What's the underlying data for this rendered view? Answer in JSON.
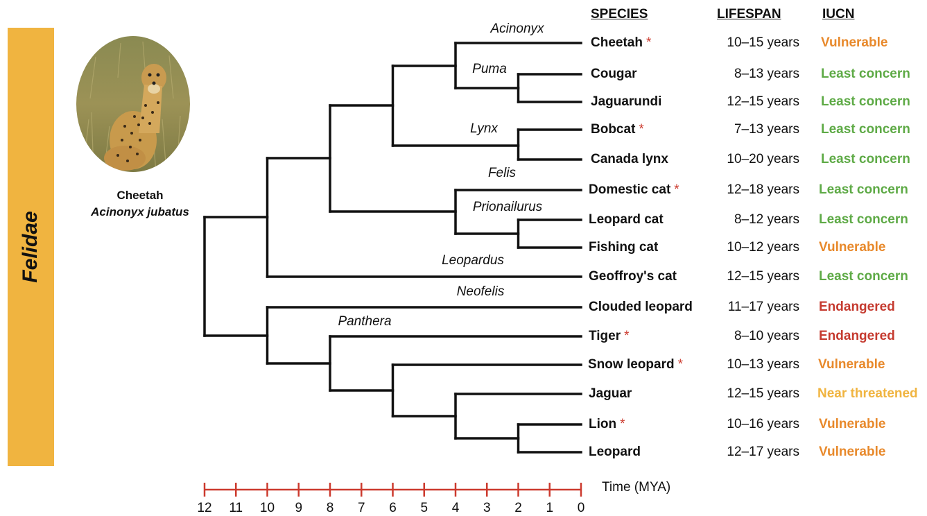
{
  "family": "Felidae",
  "photo": {
    "common_name": "Cheetah",
    "scientific_name": "Acinonyx jubatus"
  },
  "headers": {
    "species": "SPECIES",
    "lifespan": "LIFESPAN",
    "iucn": "IUCN"
  },
  "colors": {
    "band": "#f0b440",
    "axis": "#cc3a2e",
    "star": "#cc3a2e",
    "Vulnerable": "#e8892b",
    "Least concern": "#5eaa46",
    "Endangered": "#c53a2f",
    "Near threatened": "#f0b440"
  },
  "species": [
    {
      "name": "Cheetah",
      "star": "*",
      "lifespan": "10–15 years",
      "iucn": "Vulnerable"
    },
    {
      "name": "Cougar",
      "star": "",
      "lifespan": "8–13 years",
      "iucn": "Least concern"
    },
    {
      "name": "Jaguarundi",
      "star": "",
      "lifespan": "12–15 years",
      "iucn": "Least concern"
    },
    {
      "name": "Bobcat",
      "star": "*",
      "lifespan": "7–13 years",
      "iucn": "Least concern"
    },
    {
      "name": "Canada lynx",
      "star": "",
      "lifespan": "10–20 years",
      "iucn": "Least concern"
    },
    {
      "name": "Domestic cat",
      "star": "*",
      "lifespan": "12–18 years",
      "iucn": "Least concern"
    },
    {
      "name": "Leopard cat",
      "star": "",
      "lifespan": "8–12 years",
      "iucn": "Least concern"
    },
    {
      "name": "Fishing cat",
      "star": "",
      "lifespan": "10–12 years",
      "iucn": "Vulnerable"
    },
    {
      "name": "Geoffroy's cat",
      "star": "",
      "lifespan": "12–15 years",
      "iucn": "Least concern"
    },
    {
      "name": "Clouded leopard",
      "star": "",
      "lifespan": "11–17 years",
      "iucn": "Endangered"
    },
    {
      "name": "Tiger",
      "star": "*",
      "lifespan": "8–10 years",
      "iucn": "Endangered"
    },
    {
      "name": "Snow leopard",
      "star": "*",
      "lifespan": "10–13 years",
      "iucn": "Vulnerable"
    },
    {
      "name": "Jaguar",
      "star": "",
      "lifespan": "12–15 years",
      "iucn": "Near threatened"
    },
    {
      "name": "Lion",
      "star": "*",
      "lifespan": "10–16 years",
      "iucn": "Vulnerable"
    },
    {
      "name": "Leopard",
      "star": "",
      "lifespan": "12–17 years",
      "iucn": "Vulnerable"
    }
  ],
  "genera": [
    "Acinonyx",
    "Puma",
    "Lynx",
    "Felis",
    "Prionailurus",
    "Leopardus",
    "Neofelis",
    "Panthera"
  ],
  "axis": {
    "title": "Time (MYA)",
    "ticks": [
      12,
      11,
      10,
      9,
      8,
      7,
      6,
      5,
      4,
      3,
      2,
      1,
      0
    ]
  }
}
